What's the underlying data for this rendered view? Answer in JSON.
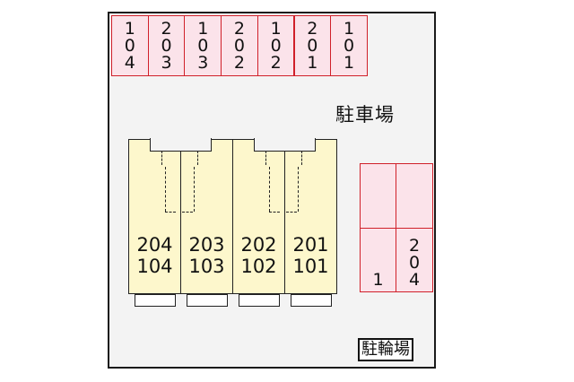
{
  "diagram": {
    "top_parking": [
      "104",
      "203",
      "103",
      "202",
      "102",
      "201",
      "101"
    ],
    "parking_label": "駐車場",
    "right_parking": {
      "top": [
        "",
        ""
      ],
      "bottom": [
        "1",
        "204"
      ]
    },
    "units": [
      {
        "upper": "204",
        "lower": "104"
      },
      {
        "upper": "203",
        "lower": "103"
      },
      {
        "upper": "202",
        "lower": "102"
      },
      {
        "upper": "201",
        "lower": "101"
      }
    ],
    "bicycle_label": "駐輪場",
    "colors": {
      "parking_fill": "#fbe3ea",
      "parking_border": "#d0202a",
      "building_fill": "#fdf7cc",
      "ground": "#f3f3f3"
    }
  }
}
